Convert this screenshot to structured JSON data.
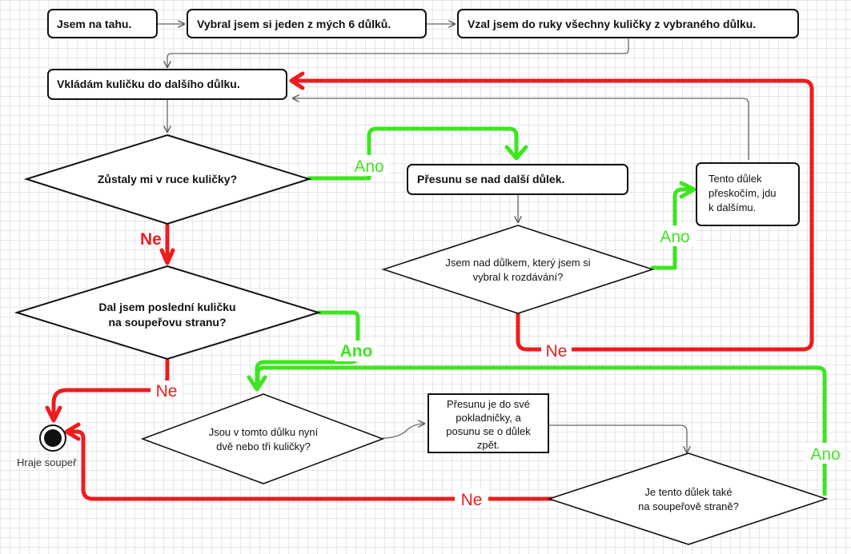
{
  "nodes": {
    "n1": "Jsem na tahu.",
    "n2": "Vybral jsem si jeden z mých 6 důlků.",
    "n3": "Vzal jsem do ruky všechny kuličky z vybraného důlku.",
    "n4": "Vkládám kuličku do dalšího důlku.",
    "d1": "Zůstaly mi v ruce kuličky?",
    "n5": "Přesunu se nad další důlek.",
    "d2_line1": "Jsem nad důlkem, který jsem si",
    "d2_line2": "vybral k rozdávání?",
    "n6_line1": "Tento důlek",
    "n6_line2": "přeskočím, jdu",
    "n6_line3": "k dalšímu.",
    "d3_line1": "Dal jsem poslední kuličku",
    "d3_line2": "na soupeřovu stranu?",
    "d4_line1": "Jsou v tomto důlku nyní",
    "d4_line2": "dvě nebo tři kuličky?",
    "n7_line1": "Přesunu je do své",
    "n7_line2": "pokladničky, a",
    "n7_line3": "posunu se o důlek",
    "n7_line4": "zpět.",
    "d5_line1": "Je tento důlek také",
    "d5_line2": "na soupeřově straně?",
    "end": "Hraje soupeř"
  },
  "edge_labels": {
    "yes": "Ano",
    "no": "Ne"
  },
  "colors": {
    "yes": "#3ce61e",
    "no": "#ee1c1c",
    "line": "#555555",
    "node_border": "#111111"
  }
}
